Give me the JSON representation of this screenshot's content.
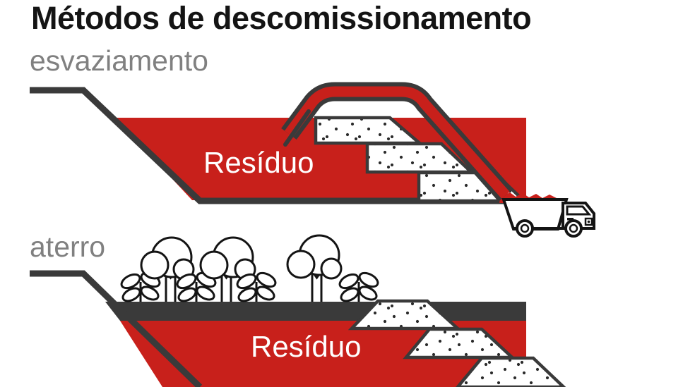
{
  "title": "Métodos de descomissionamento",
  "sections": [
    {
      "id": "esvaziamento",
      "subtitle": "esvaziamento",
      "residue_label": "Resíduo",
      "description": "Reservatório de rejeito sendo esvaziado por tubulação sobre a barragem em degraus, descarregando em caminhão basculante"
    },
    {
      "id": "aterro",
      "subtitle": "aterro",
      "residue_label": "Resíduo",
      "description": "Reservatório de rejeito coberto por camada de aterro com vegetação (árvores e mudas) plantada por cima"
    }
  ],
  "colors": {
    "residue_red": "#C8201B",
    "outline_dark": "#3A3A3A",
    "cap_dark": "#3A3A3A",
    "title_black": "#141414",
    "subtitle_gray": "#808080",
    "fill_white": "#FFFFFF",
    "label_white": "#FFFFFF",
    "background": "#FFFFFF"
  },
  "elements": {
    "pipe": "tubulação de descarga",
    "truck": "caminhão basculante",
    "terraces": 3,
    "trees": 3,
    "shrubs": 4
  }
}
